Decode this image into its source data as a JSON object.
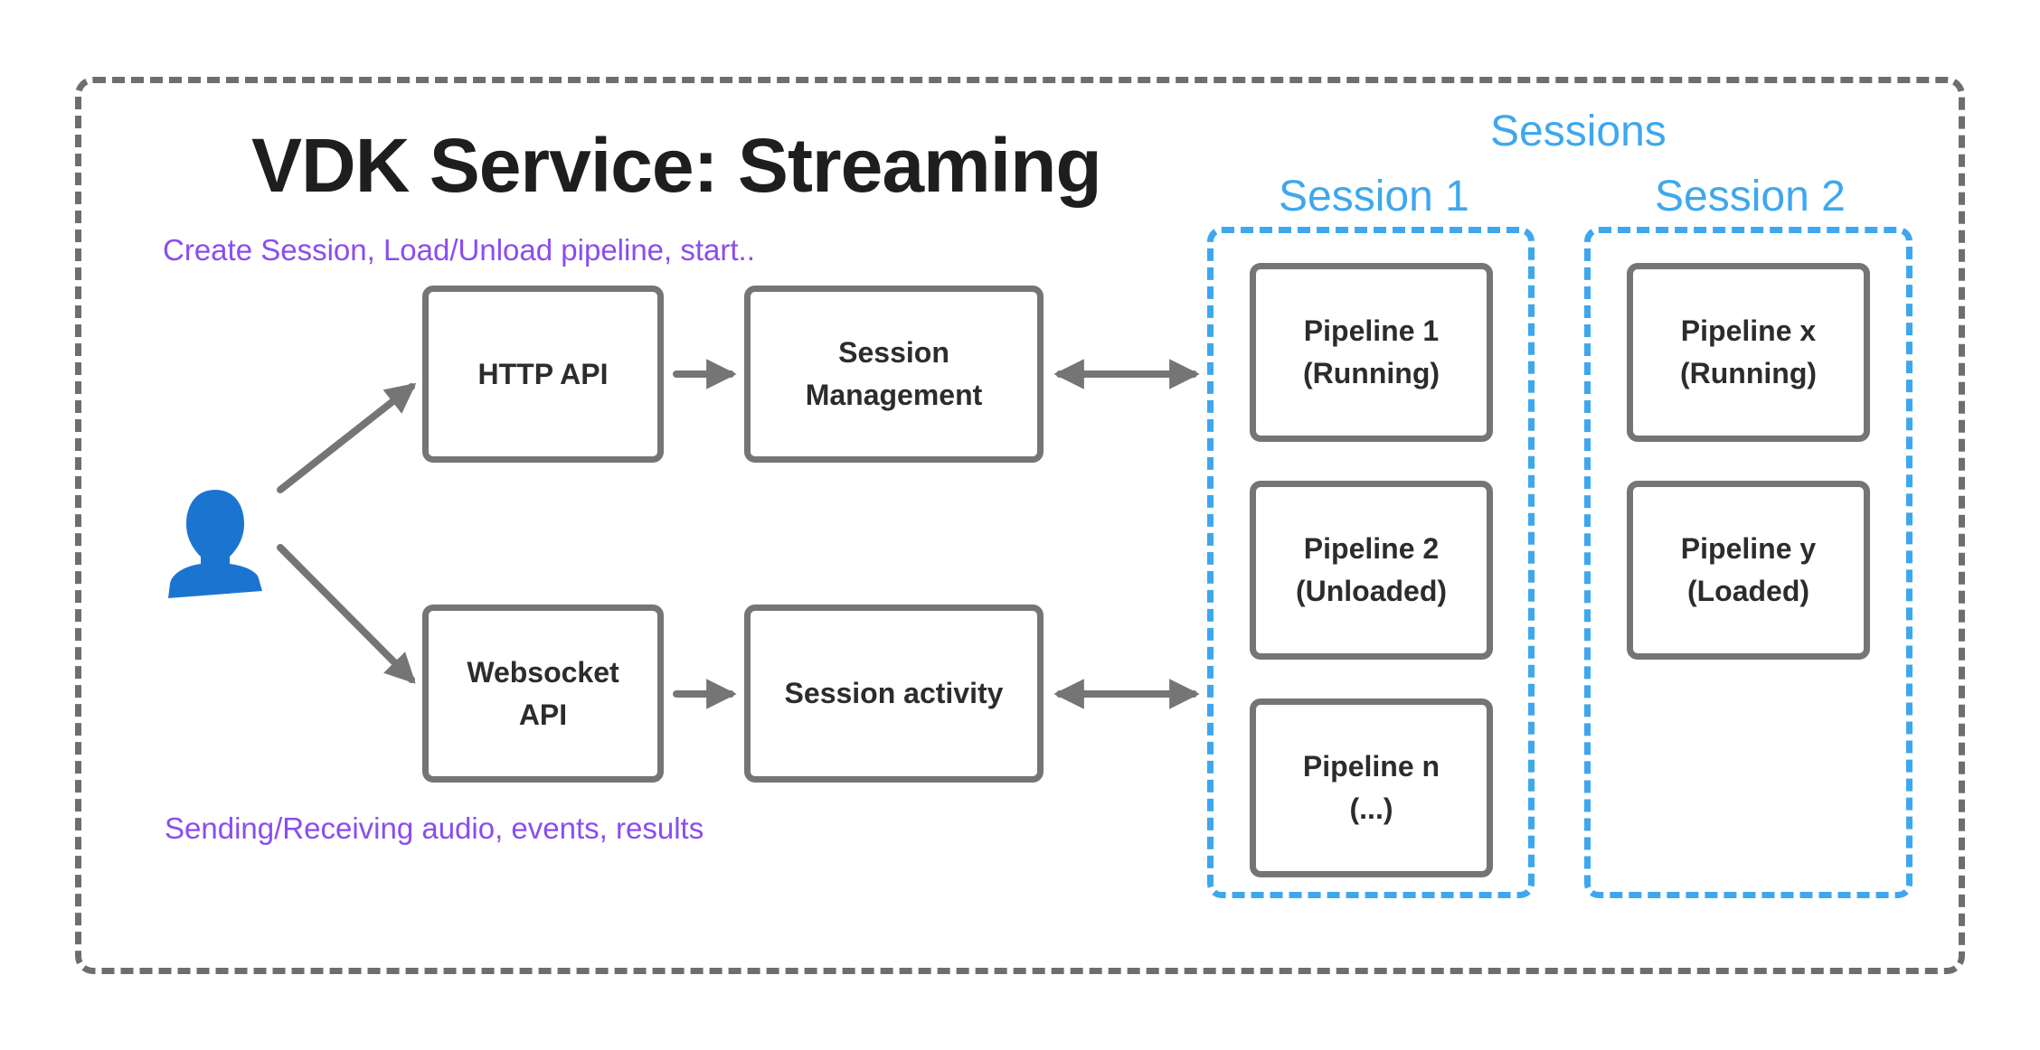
{
  "diagram": {
    "title": "VDK Service: Streaming",
    "notes": {
      "http": "Create Session, Load/Unload pipeline, start..",
      "ws": "Sending/Receiving audio, events, results"
    },
    "icons": {
      "user": "user-icon"
    },
    "nodes": {
      "http_api": "HTTP API",
      "session_management": "Session\nManagement",
      "websocket_api": "Websocket\nAPI",
      "session_activity": "Session activity"
    },
    "sessions": {
      "label": "Sessions",
      "session1": {
        "label": "Session 1",
        "pipelines": [
          "Pipeline 1\n(Running)",
          "Pipeline 2\n(Unloaded)",
          "Pipeline n\n(...)"
        ]
      },
      "session2": {
        "label": "Session 2",
        "pipelines": [
          "Pipeline x\n(Running)",
          "Pipeline y\n(Loaded)"
        ]
      }
    },
    "colors": {
      "box_border": "#757575",
      "arrow": "#757575",
      "session_blue": "#3ea7ee",
      "note_purple": "#8a4cf2",
      "user_blue": "#1b75d0"
    }
  }
}
